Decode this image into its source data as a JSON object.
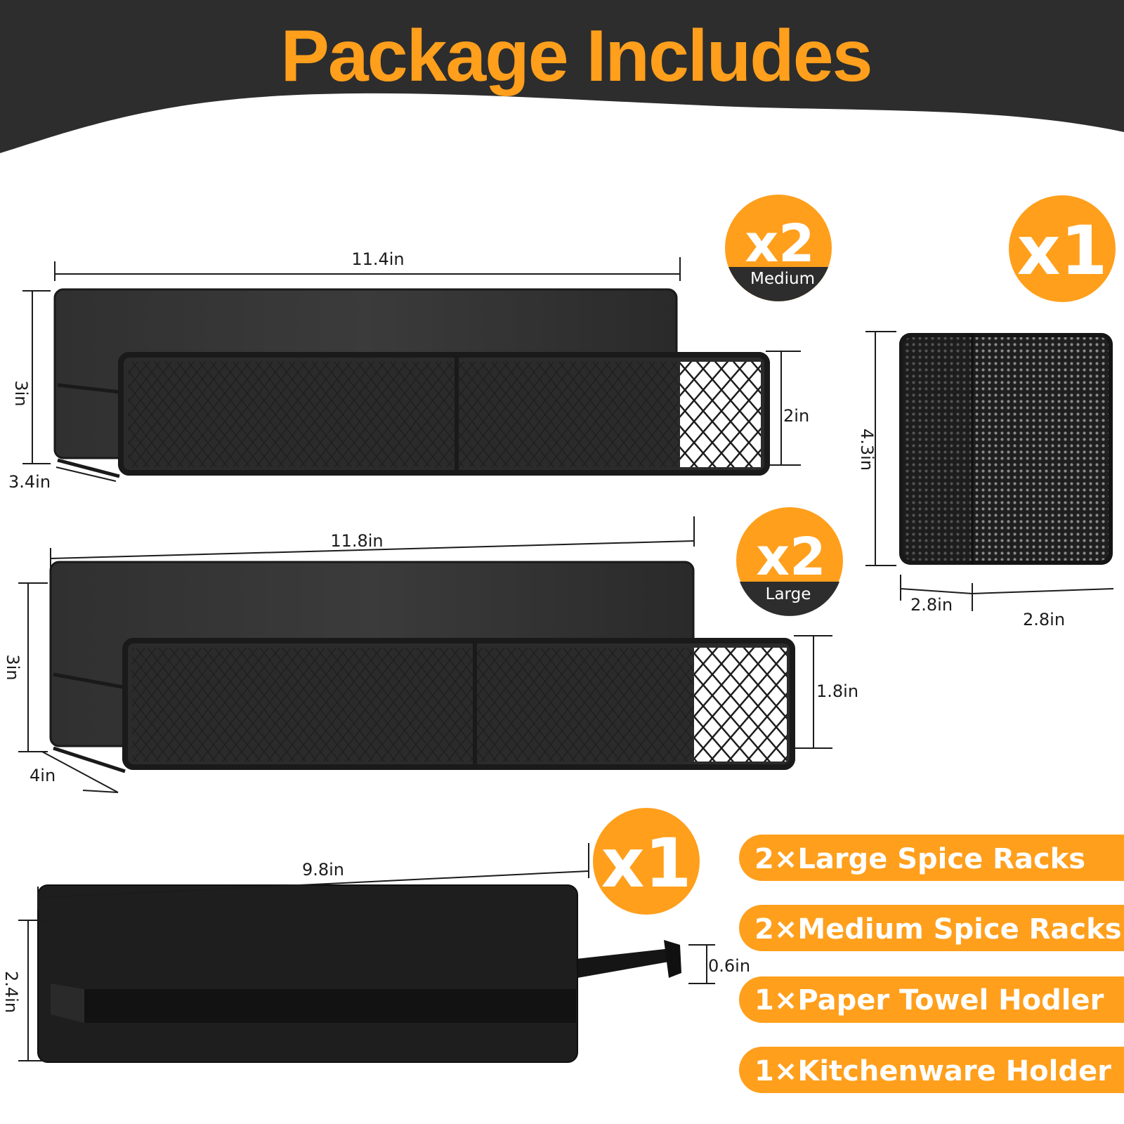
{
  "header": {
    "title": "Package Includes"
  },
  "colors": {
    "accent": "#ff9f1c",
    "dark": "#2d2d2d",
    "line": "#1c1c1c"
  },
  "badges": {
    "medium": {
      "count": "x2",
      "label": "Medium"
    },
    "large": {
      "count": "x2",
      "label": "Large"
    },
    "kitchenware": {
      "count": "x1"
    },
    "towel": {
      "count": "x1"
    }
  },
  "dimensions": {
    "medium": {
      "width": "11.4in",
      "height": "3in",
      "front": "2in",
      "depth": "3.4in"
    },
    "large": {
      "width": "11.8in",
      "height": "3in",
      "front": "1.8in",
      "depth": "4in"
    },
    "kitchenware": {
      "height": "4.3in",
      "width": "2.8in",
      "depth": "2.8in"
    },
    "towel": {
      "width": "9.8in",
      "height": "2.4in",
      "bar": "0.6in"
    }
  },
  "contents": [
    {
      "label": "2×Large Spice Racks"
    },
    {
      "label": "2×Medium Spice Racks"
    },
    {
      "label": "1×Paper Towel Hodler"
    },
    {
      "label": "1×Kitchenware Holder"
    }
  ]
}
